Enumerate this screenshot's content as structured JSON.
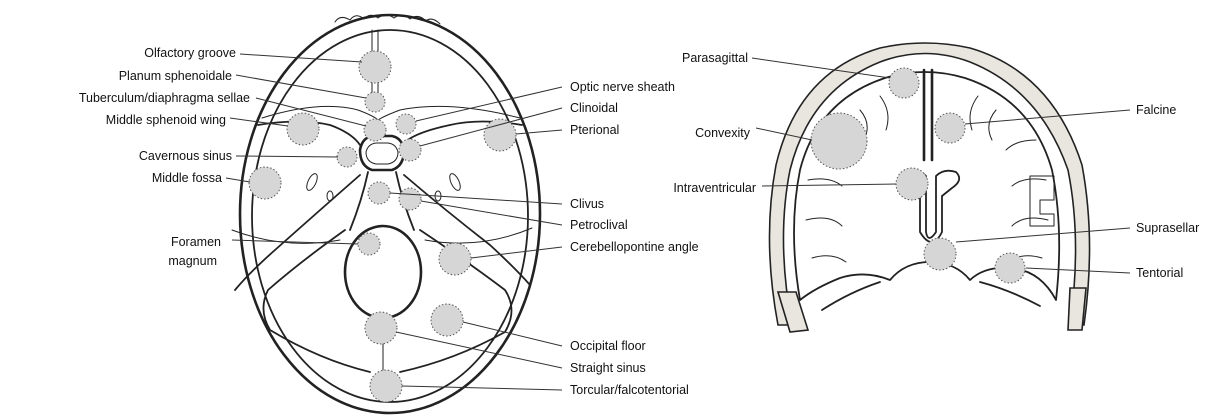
{
  "axial_view": {
    "labels_left": [
      "Olfactory groove",
      "Planum sphenoidale",
      "Tuberculum/diaphragma sellae",
      "Middle sphenoid wing",
      "Cavernous sinus",
      "Middle fossa",
      "Foramen",
      "magnum"
    ],
    "labels_right": [
      "Optic nerve sheath",
      "Clinoidal",
      "Pterional",
      "Clivus",
      "Petroclival",
      "Cerebellopontine angle",
      "Occipital floor",
      "Straight sinus",
      "Torcular/falcotentorial"
    ]
  },
  "coronal_view": {
    "labels_left": [
      "Parasagittal",
      "Convexity",
      "Intraventricular"
    ],
    "labels_right": [
      "Falcine",
      "Suprasellar",
      "Tentorial"
    ]
  },
  "colors": {
    "lesion_fill": "#d6d6d6",
    "line": "#222222"
  }
}
